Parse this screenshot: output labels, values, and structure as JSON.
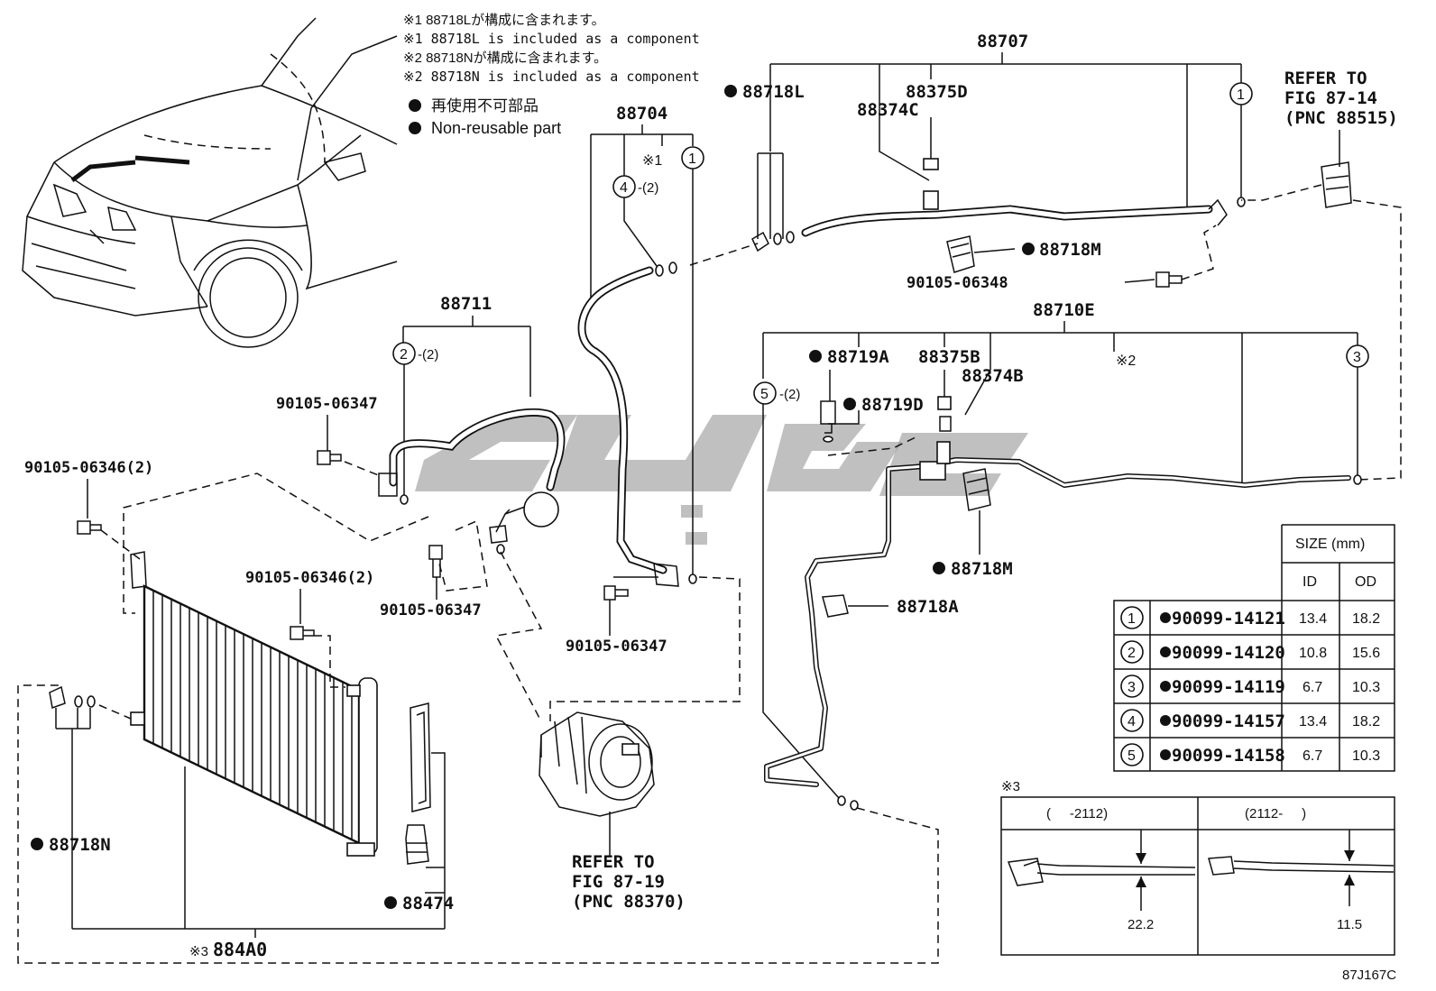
{
  "notes": {
    "note1_jp": "※1 88718Lが構成に含まれます。",
    "note1_en": "※1 88718L is included as a component",
    "note2_jp": "※2 88718Nが構成に含まれます。",
    "note2_en": "※2 88718N is included as a component",
    "legend_jp": "再使用不可部品",
    "legend_en": "Non-reusable part"
  },
  "parts": {
    "p88707": "88707",
    "p88718L": "88718L",
    "p88375D": "88375D",
    "p88374C": "88374C",
    "p88718M_top": "88718M",
    "p90105_06348": "90105-06348",
    "p88704": "88704",
    "p88711": "88711",
    "p90105_06347_a": "90105-06347",
    "p90105_06346_2_a": "90105-06346(2)",
    "p90105_06346_2_b": "90105-06346(2)",
    "p90105_06347_b": "90105-06347",
    "p90105_06347_c": "90105-06347",
    "p88710E": "88710E",
    "p88719A": "88719A",
    "p88375B": "88375B",
    "p88374B": "88374B",
    "p88719D": "88719D",
    "p88718M_mid": "88718M",
    "p88718A": "88718A",
    "p88718N": "88718N",
    "p88474": "88474",
    "p884A0": "884A0"
  },
  "callouts": {
    "c1": "1",
    "c2": "2",
    "c3": "3",
    "c4": "4",
    "c5": "5",
    "q2": "-(2)",
    "mark1": "※1",
    "mark2": "※2",
    "mark3": "※3"
  },
  "refs": {
    "ref1_l1": "REFER TO",
    "ref1_l2": "FIG 87-14",
    "ref1_l3": "(PNC 88515)",
    "ref2_l1": "REFER TO",
    "ref2_l2": "FIG 87-19",
    "ref2_l3": "(PNC 88370)"
  },
  "size_table": {
    "header": "SIZE (mm)",
    "col_id": "ID",
    "col_od": "OD",
    "rows": [
      {
        "no": "1",
        "part": "90099-14121",
        "id": "13.4",
        "od": "18.2"
      },
      {
        "no": "2",
        "part": "90099-14120",
        "id": "10.8",
        "od": "15.6"
      },
      {
        "no": "3",
        "part": "90099-14119",
        "id": "6.7",
        "od": "10.3"
      },
      {
        "no": "4",
        "part": "90099-14157",
        "id": "13.4",
        "od": "18.2"
      },
      {
        "no": "5",
        "part": "90099-14158",
        "id": "6.7",
        "od": "10.3"
      }
    ]
  },
  "detail": {
    "mark": "※3",
    "left_header": "(     -2112)",
    "right_header": "(2112-     )",
    "left_dim": "22.2",
    "right_dim": "11.5"
  },
  "figure_code": "87J167C"
}
